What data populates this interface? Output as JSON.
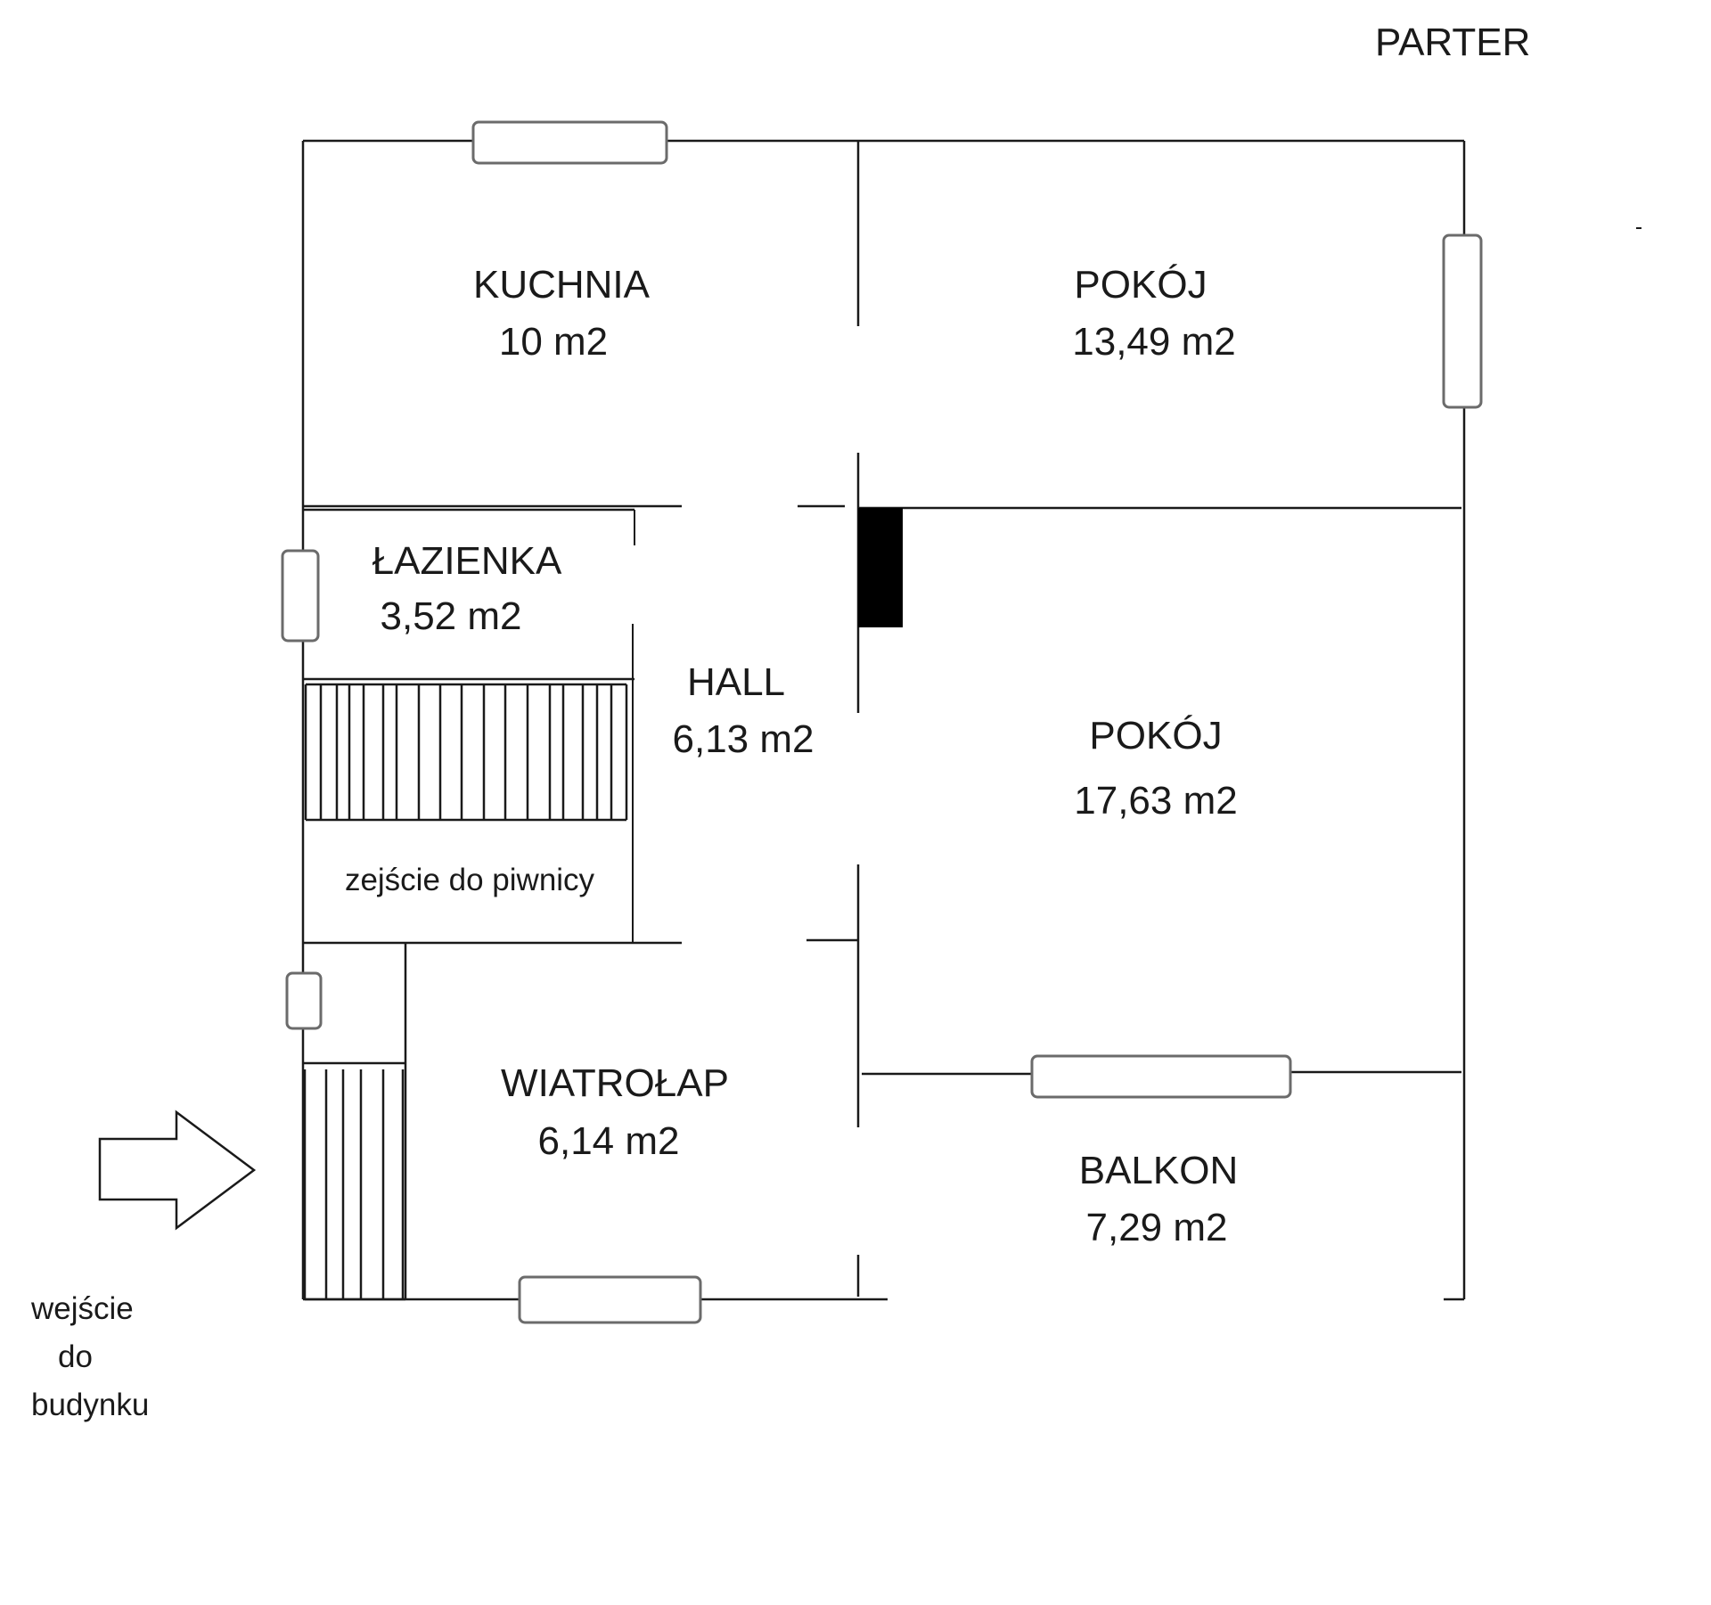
{
  "floor_label": "PARTER",
  "rooms": [
    {
      "id": "kuchnia",
      "name": "KUCHNIA",
      "area": "10 m2"
    },
    {
      "id": "pokoj-1",
      "name": "POKÓJ",
      "area": "13,49 m2"
    },
    {
      "id": "lazienka",
      "name": "ŁAZIENKA",
      "area": "3,52 m2"
    },
    {
      "id": "hall",
      "name": "HALL",
      "area": "6,13 m2"
    },
    {
      "id": "pokoj-2",
      "name": "POKÓJ",
      "area": "17,63 m2"
    },
    {
      "id": "wiatrolap",
      "name": "WIATROŁAP",
      "area": "6,14 m2"
    },
    {
      "id": "balkon",
      "name": "BALKON",
      "area": "7,29 m2"
    }
  ],
  "stairs_label": "zejście do piwnicy",
  "entrance_label": [
    "wejście",
    "do",
    "budynku"
  ]
}
